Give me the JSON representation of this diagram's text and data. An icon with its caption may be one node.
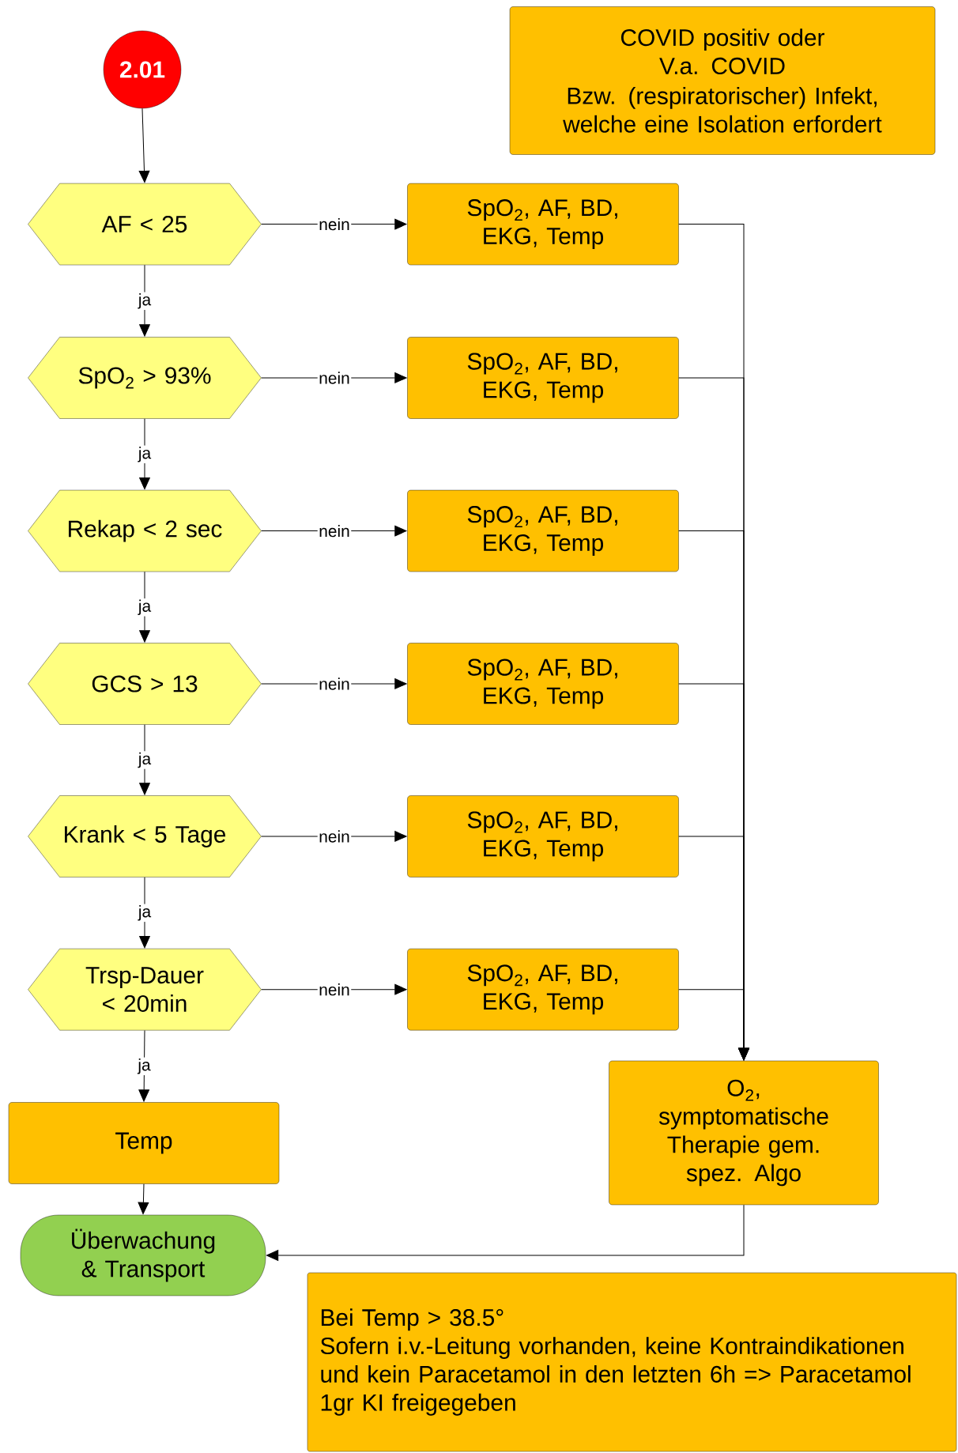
{
  "diagram": {
    "nodes": [
      {
        "text": [
          "2.01"
        ]
      },
      {
        "text": [
          "COVID positiv oder V.a. COVID",
          "Bzw. (respiratorischer) Infekt, welche eine Isolation erfordert"
        ]
      },
      {
        "text": [
          "AF < 25"
        ]
      },
      {
        "text": [
          "SpO$_{2}$, AF, BD, EKG, Temp"
        ]
      },
      {
        "text": [
          "SpO$_{2}$ > 93%"
        ]
      },
      {
        "text": [
          "SpO$_{2}$, AF, BD, EKG, Temp"
        ]
      },
      {
        "text": [
          "Rekap < 2 sec"
        ]
      },
      {
        "text": [
          "SpO$_{2}$, AF, BD, EKG, Temp"
        ]
      },
      {
        "text": [
          "GCS > 13"
        ]
      },
      {
        "text": [
          "SpO$_{2}$, AF, BD, EKG, Temp"
        ]
      },
      {
        "text": [
          "Krank < 5 Tage"
        ]
      },
      {
        "text": [
          "SpO$_{2}$, AF, BD, EKG, Temp"
        ]
      },
      {
        "text": [
          "Trsp-Dauer < 20min"
        ]
      },
      {
        "text": [
          "SpO$_{2}$, AF, BD, EKG, Temp"
        ]
      },
      {
        "text": [
          "Temp"
        ]
      },
      {
        "text": [
          "O$_{2}$, symptomatische Therapie gem. spez. Algo"
        ]
      },
      {
        "text": [
          "Überwachung & Transport"
        ]
      },
      {
        "text": [
          "Bei Temp > 38.5°",
          "Sofern i.v.-Leitung vorhanden, keine Kontraindikationen und kein Paracetamol in den letzten 6h => Paracetamol 1gr KI freigegeben"
        ]
      }
    ],
    "edges": [
      {
        "from": 0,
        "to": 2,
        "arrow": "to"
      },
      {
        "from": 2,
        "to": 3,
        "arrow": "to",
        "label": "nein"
      },
      {
        "from": 2,
        "to": 4,
        "arrow": "to",
        "label": "ja"
      },
      {
        "from": 4,
        "to": 5,
        "arrow": "to",
        "label": "nein"
      },
      {
        "from": 4,
        "to": 6,
        "arrow": "to",
        "label": "ja"
      },
      {
        "from": 6,
        "to": 7,
        "arrow": "to",
        "label": "nein"
      },
      {
        "from": 6,
        "to": 8,
        "arrow": "to",
        "label": "ja"
      },
      {
        "from": 8,
        "to": 9,
        "arrow": "to",
        "label": "nein"
      },
      {
        "from": 8,
        "to": 10,
        "arrow": "to",
        "label": "ja"
      },
      {
        "from": 10,
        "to": 11,
        "arrow": "to",
        "label": "nein"
      },
      {
        "from": 10,
        "to": 12,
        "arrow": "to",
        "label": "ja"
      },
      {
        "from": 12,
        "to": 13,
        "arrow": "to",
        "label": "nein"
      },
      {
        "from": 12,
        "to": 14,
        "arrow": "to",
        "label": "ja"
      },
      {
        "from": 3,
        "to": 15,
        "arrow": "to"
      },
      {
        "from": 5,
        "to": 15,
        "arrow": "to"
      },
      {
        "from": 7,
        "to": 15,
        "arrow": "to"
      },
      {
        "from": 9,
        "to": 15,
        "arrow": "to"
      },
      {
        "from": 11,
        "to": 15,
        "arrow": "to"
      },
      {
        "from": 13,
        "to": 15,
        "arrow": "to"
      },
      {
        "from": 14,
        "to": 16,
        "arrow": "to"
      },
      {
        "from": 15,
        "to": 16,
        "arrow": "to"
      }
    ]
  }
}
